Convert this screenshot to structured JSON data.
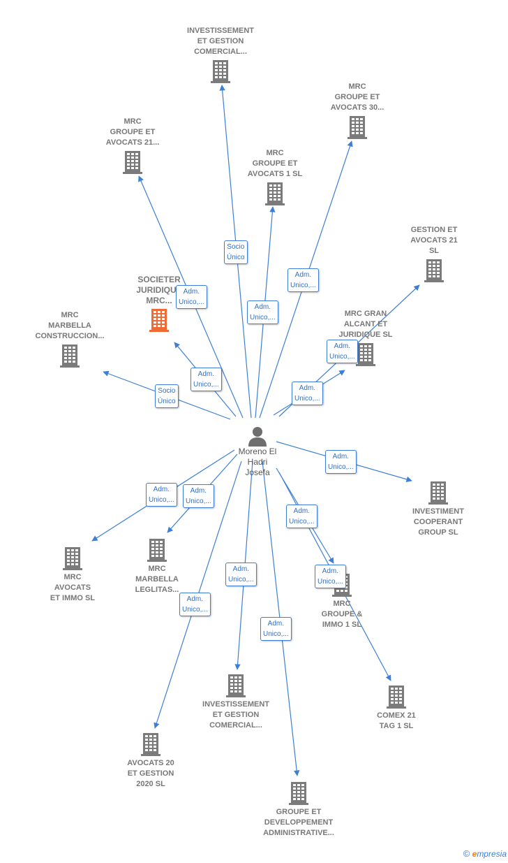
{
  "colors": {
    "edge": "#3d7fd6",
    "building": "#7b7b7b",
    "focus_building": "#f06a35",
    "person": "#6e6e6e"
  },
  "center": {
    "name": "Moreno El\nHadri\nJosefa",
    "icon": "person-icon"
  },
  "nodes": [
    {
      "id": "investissement-top",
      "label": "INVESTISSEMENT\nET GESTION\nCOMERCIAL...",
      "icon": "building-icon"
    },
    {
      "id": "mrc-30",
      "label": "MRC\nGROUPE ET\nAVOCATS 30...",
      "icon": "building-icon"
    },
    {
      "id": "mrc-21",
      "label": "MRC\nGROUPE ET\nAVOCATS 21...",
      "icon": "building-icon"
    },
    {
      "id": "mrc-1",
      "label": "MRC\nGROUPE ET\nAVOCATS 1  SL",
      "icon": "building-icon"
    },
    {
      "id": "gestion-21",
      "label": "GESTION ET\nAVOCATS 21\nSL",
      "icon": "building-icon"
    },
    {
      "id": "societer",
      "label": "SOCIETER\nJURIDIQUE\nMRC...",
      "icon": "building-icon",
      "focus": true
    },
    {
      "id": "marbella-construccion",
      "label": "MRC\nMARBELLA\nCONSTRUCCION...",
      "icon": "building-icon"
    },
    {
      "id": "gran-alcant",
      "label": "MRC GRAN\nALCANT ET\nJURIDIQUE  SL",
      "icon": "building-icon"
    },
    {
      "id": "investiment-cooperant",
      "label": "INVESTIMENT\nCOOPERANT\nGROUP  SL",
      "icon": "building-icon"
    },
    {
      "id": "avocats-immo",
      "label": "MRC\nAVOCATS\nET IMMO  SL",
      "icon": "building-icon"
    },
    {
      "id": "marbella-leglitas",
      "label": "MRC\nMARBELLA\nLEGLITAS...",
      "icon": "building-icon"
    },
    {
      "id": "groupe-immo",
      "label": "MRC\nGROUPE &\nIMMO 1  SL",
      "icon": "building-icon"
    },
    {
      "id": "investissement-bottom",
      "label": "INVESTISSEMENT\nET GESTION\nCOMERCIAL...",
      "icon": "building-icon"
    },
    {
      "id": "comex",
      "label": "COMEX 21\nTAG 1  SL",
      "icon": "building-icon"
    },
    {
      "id": "avocats-2020",
      "label": "AVOCATS 20\nET GESTION\n2020  SL",
      "icon": "building-icon"
    },
    {
      "id": "developpement",
      "label": "GROUPE ET\nDEVELOPPEMENT\nADMINISTRATIVE...",
      "icon": "building-icon"
    }
  ],
  "edges": [
    {
      "to": "investissement-top",
      "label": "Socio\nÚnico"
    },
    {
      "to": "mrc-30",
      "label": "Adm.\nUnico,..."
    },
    {
      "to": "mrc-21",
      "label": "Adm.\nUnico,..."
    },
    {
      "to": "mrc-1",
      "label": "Adm.\nUnico,..."
    },
    {
      "to": "gestion-21",
      "label": "Adm.\nUnico,..."
    },
    {
      "to": "societer",
      "label": "Adm.\nUnico,..."
    },
    {
      "to": "marbella-construccion",
      "label": "Socio\nÚnico"
    },
    {
      "to": "gran-alcant",
      "label": "Adm.\nUnico,..."
    },
    {
      "to": "investiment-cooperant",
      "label": "Adm.\nUnico,..."
    },
    {
      "to": "avocats-immo",
      "label": "Adm.\nUnico,..."
    },
    {
      "to": "marbella-leglitas",
      "label": "Adm.\nUnico,..."
    },
    {
      "to": "groupe-immo",
      "label": "Adm.\nUnico,..."
    },
    {
      "to": "investissement-bottom",
      "label": "Adm.\nUnico,..."
    },
    {
      "to": "comex",
      "label": "Adm.\nUnico,..."
    },
    {
      "to": "avocats-2020",
      "label": "Adm.\nUnico,..."
    },
    {
      "to": "developpement",
      "label": "Adm.\nUnico,..."
    }
  ],
  "brand": {
    "copyright": "©",
    "name_first": "e",
    "name_rest": "mpresia"
  }
}
